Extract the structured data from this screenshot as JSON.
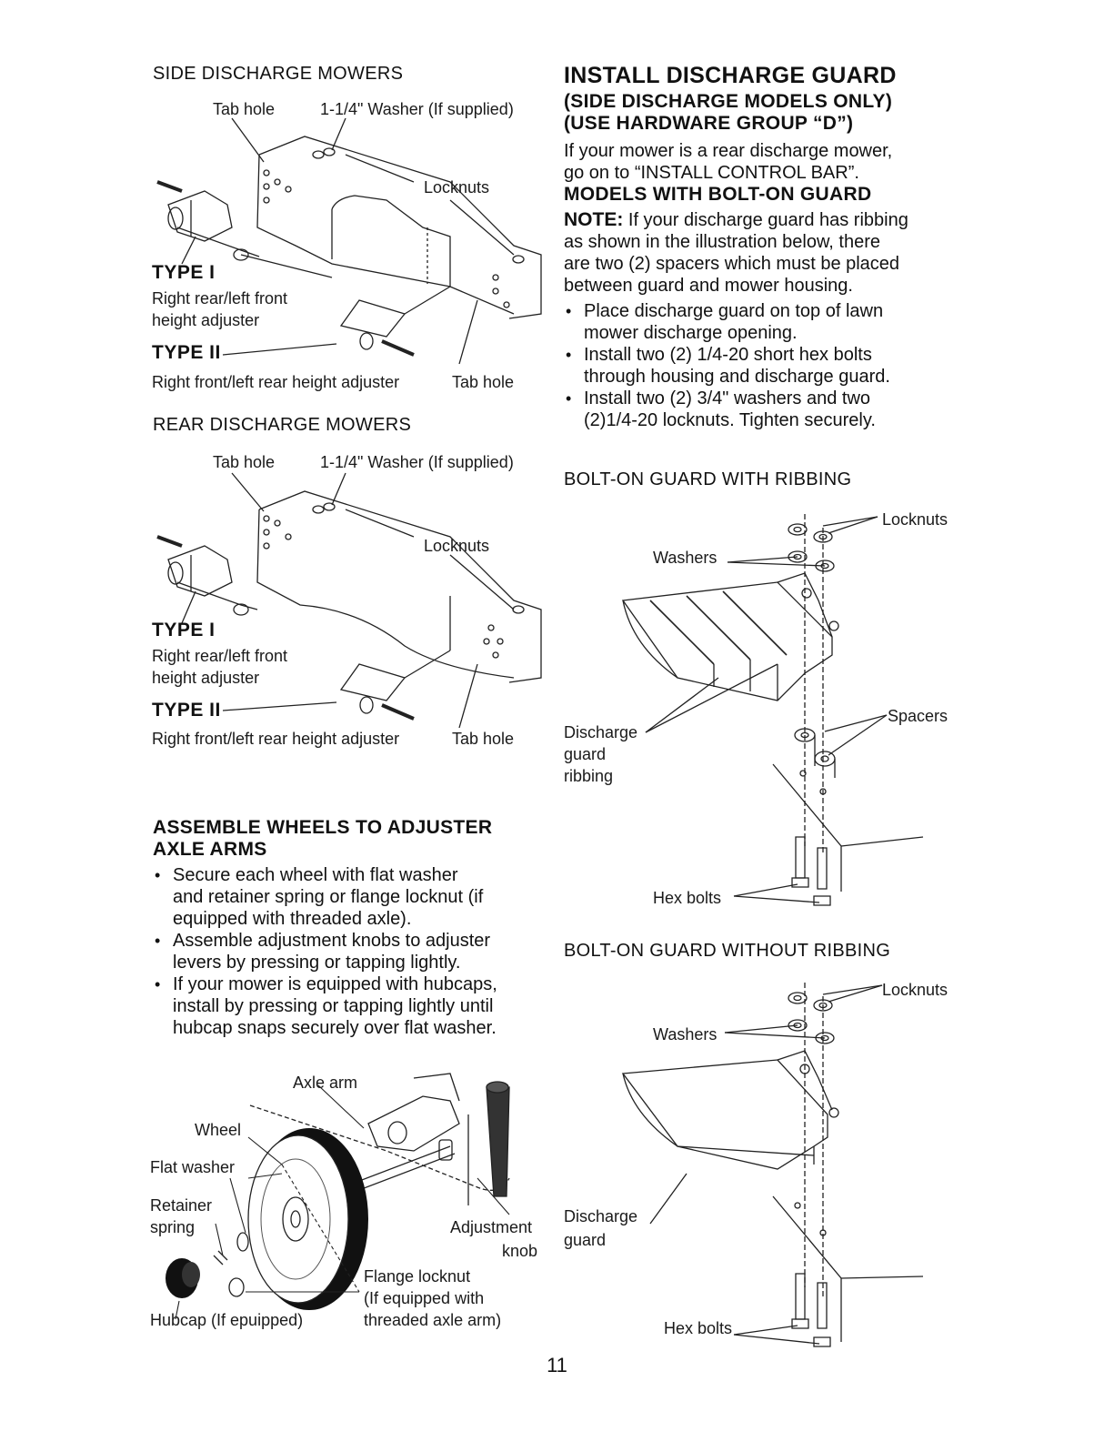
{
  "left": {
    "side_title": "SIDE DISCHARGE MOWERS",
    "side_fig": {
      "tab_hole_top": "Tab hole",
      "washer": "1-1/4\" Washer (If supplied)",
      "locknuts": "Locknuts",
      "type1": "TYPE I",
      "type1_desc_1": "Right rear/left front",
      "type1_desc_2": "height adjuster",
      "type2": "TYPE II",
      "type2_desc": "Right front/left rear height adjuster",
      "tab_hole_bottom": "Tab hole"
    },
    "rear_title": "REAR DISCHARGE MOWERS",
    "rear_fig": {
      "tab_hole_top": "Tab hole",
      "washer": "1-1/4\" Washer (If supplied)",
      "locknuts": "Locknuts",
      "type1": "TYPE I",
      "type1_desc_1": "Right rear/left front",
      "type1_desc_2": "height adjuster",
      "type2": "TYPE II",
      "type2_desc": "Right front/left rear height adjuster",
      "tab_hole_bottom": "Tab hole"
    },
    "wheels_heading_1": "ASSEMBLE WHEELS TO ADJUSTER",
    "wheels_heading_2": "AXLE ARMS",
    "wheels_bullets": [
      [
        "Secure each wheel with flat washer",
        "and retainer spring or flange locknut (if",
        "equipped with threaded axle)."
      ],
      [
        "Assemble adjustment knobs to adjuster",
        "levers by pressing or tapping lightly."
      ],
      [
        "If your mower is equipped with hubcaps,",
        "install by pressing or tapping lightly until",
        "hubcap snaps securely over flat washer."
      ]
    ],
    "wheel_fig": {
      "axle_arm": "Axle arm",
      "wheel": "Wheel",
      "flat_washer": "Flat washer",
      "retainer": "Retainer",
      "spring": "spring",
      "adjustment": "Adjustment",
      "knob": "knob",
      "flange_1": "Flange locknut",
      "flange_2": "(If equipped with",
      "flange_3": "threaded axle arm)",
      "hubcap": "Hubcap (If epuipped)"
    }
  },
  "right": {
    "heading": "INSTALL DISCHARGE GUARD",
    "sub1": "(SIDE DISCHARGE MODELS ONLY)",
    "sub2": "(USE HARDWARE GROUP “D”)",
    "intro_1": "If your mower is a rear discharge mower,",
    "intro_2": "go on to “INSTALL CONTROL BAR”.",
    "bolt_heading": "MODELS WITH BOLT-ON GUARD",
    "note_label": "NOTE:",
    "note_lines": [
      " If your discharge guard has ribbing",
      "as shown in the illustration below, there",
      "are two (2) spacers which must be placed",
      "between guard and mower housing."
    ],
    "bullets": [
      [
        "Place discharge guard on top of lawn",
        "mower discharge opening."
      ],
      [
        "Install two (2) 1/4-20 short hex bolts",
        "through housing and discharge guard."
      ],
      [
        "Install two (2) 3/4\" washers and two",
        "(2)1/4-20 locknuts. Tighten securely."
      ]
    ],
    "fig1": {
      "title": "BOLT-ON GUARD WITH RIBBING",
      "locknuts": "Locknuts",
      "washers": "Washers",
      "discharge": "Discharge",
      "guard": "guard",
      "ribbing": "ribbing",
      "spacers": "Spacers",
      "hex_bolts": "Hex bolts"
    },
    "fig2": {
      "title": "BOLT-ON GUARD WITHOUT RIBBING",
      "locknuts": "Locknuts",
      "washers": "Washers",
      "discharge": "Discharge",
      "guard": "guard",
      "hex_bolts": "Hex bolts"
    }
  },
  "page_number": "11"
}
